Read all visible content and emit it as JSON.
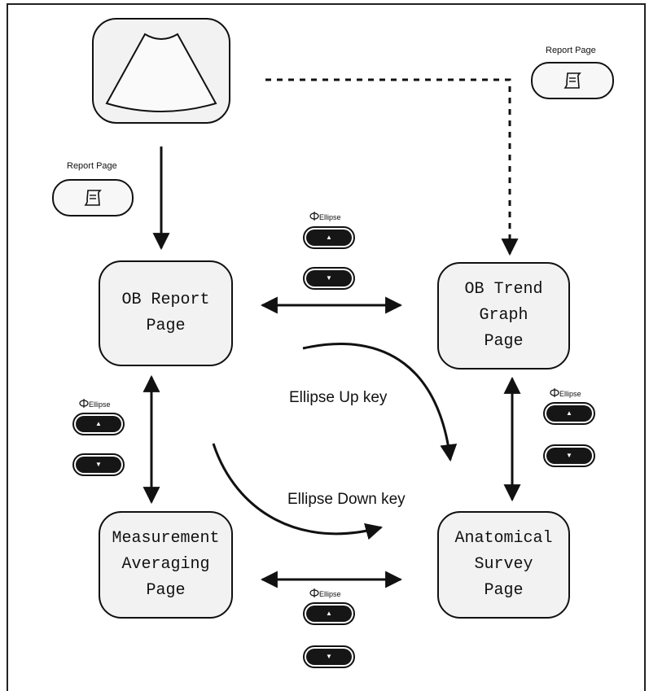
{
  "nodes": {
    "ob_report": [
      "OB Report",
      "Page"
    ],
    "ob_trend": [
      "OB Trend",
      "Graph",
      "Page"
    ],
    "measurement": [
      "Measurement",
      "Averaging",
      "Page"
    ],
    "anatomical": [
      "Anatomical",
      "Survey",
      "Page"
    ]
  },
  "report_page": {
    "label_left": "Report Page",
    "label_right": "Report Page"
  },
  "ellipse_keys": {
    "label": "Ellipse",
    "up_glyph": "▲",
    "down_glyph": "▼"
  },
  "curve_labels": {
    "up": "Ellipse Up key",
    "down": "Ellipse Down key"
  },
  "icons": [
    "ultrasound-sector-image-icon",
    "report-document-icon",
    "ellipse-key-icon"
  ]
}
